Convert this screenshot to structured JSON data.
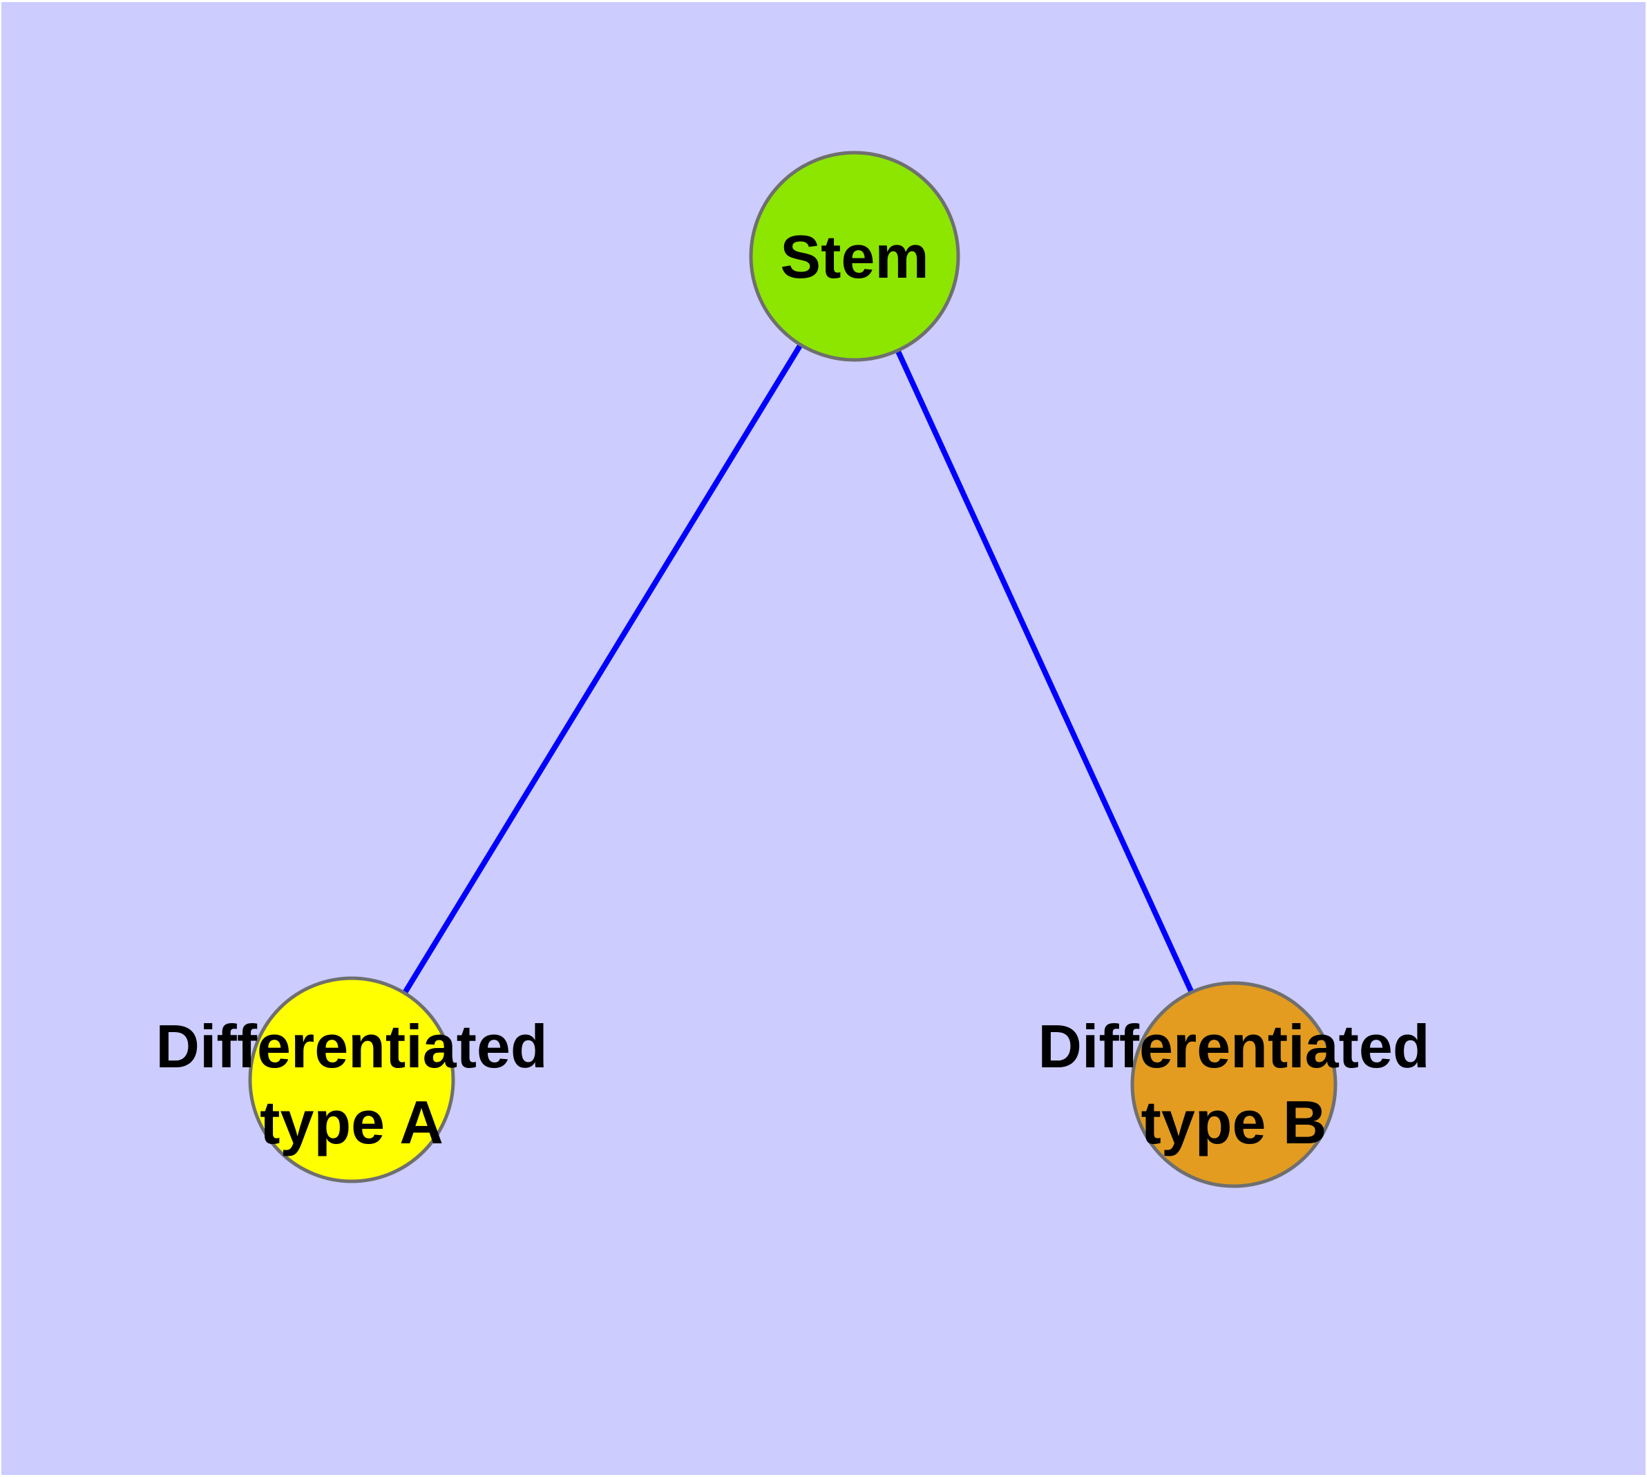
{
  "diagram": {
    "background_color": "#CCCCFF",
    "edge_color": "#0000FF",
    "node_border_color": "#6F6F6F",
    "label_color": "#000000",
    "nodes": {
      "stem": {
        "label": "Stem",
        "color": "#8CE600"
      },
      "type_a": {
        "label": "Differentiated\ntype A",
        "color": "#FFFF00"
      },
      "type_b": {
        "label": "Differentiated\ntype B",
        "color": "#E39C20"
      }
    },
    "edges": [
      {
        "from": "stem",
        "to": "type_a"
      },
      {
        "from": "stem",
        "to": "type_b"
      }
    ]
  }
}
